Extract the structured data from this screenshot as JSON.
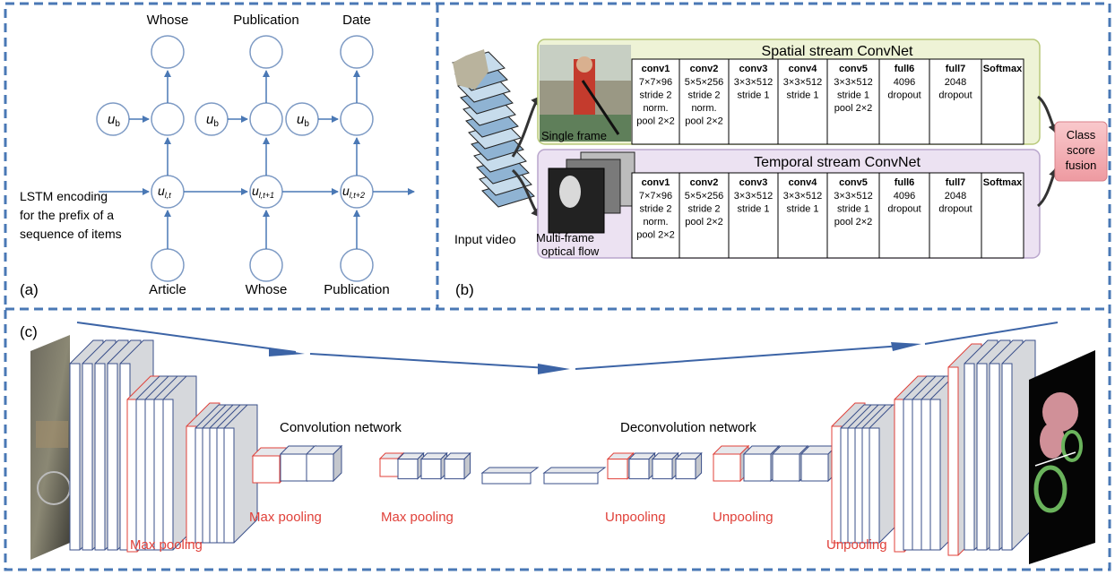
{
  "panel_a": {
    "tag": "(a)",
    "top_labels": [
      "Whose",
      "Publication",
      "Date"
    ],
    "bottom_labels": [
      "Article",
      "Whose",
      "Publication"
    ],
    "bias_label": "u",
    "bias_sub": "b",
    "lstm_nodes": [
      {
        "base": "u",
        "sub": "l,t"
      },
      {
        "base": "u",
        "sub": "l,t+1"
      },
      {
        "base": "u",
        "sub": "l,t+2"
      }
    ],
    "input_caption": [
      "LSTM encoding",
      "for the prefix of a",
      "sequence of items"
    ]
  },
  "panel_b": {
    "tag": "(b)",
    "input_label": "Input video",
    "fusion_label": [
      "Class",
      "score",
      "fusion"
    ],
    "spatial": {
      "title": "Spatial stream ConvNet",
      "frame_label": "Single frame",
      "columns": [
        {
          "name": "conv1",
          "lines": [
            "7×7×96",
            "stride 2",
            "norm.",
            "pool 2×2"
          ]
        },
        {
          "name": "conv2",
          "lines": [
            "5×5×256",
            "stride 2",
            "norm.",
            "pool 2×2"
          ]
        },
        {
          "name": "conv3",
          "lines": [
            "3×3×512",
            "stride 1"
          ]
        },
        {
          "name": "conv4",
          "lines": [
            "3×3×512",
            "stride 1"
          ]
        },
        {
          "name": "conv5",
          "lines": [
            "3×3×512",
            "stride 1",
            "pool 2×2"
          ]
        },
        {
          "name": "full6",
          "lines": [
            "4096",
            "dropout"
          ]
        },
        {
          "name": "full7",
          "lines": [
            "2048",
            "dropout"
          ]
        },
        {
          "name": "Softmax",
          "lines": []
        }
      ]
    },
    "temporal": {
      "title": "Temporal stream ConvNet",
      "frame_label": [
        "Multi-frame",
        "optical flow"
      ],
      "columns": [
        {
          "name": "conv1",
          "lines": [
            "7×7×96",
            "stride 2",
            "norm.",
            "pool 2×2"
          ]
        },
        {
          "name": "conv2",
          "lines": [
            "5×5×256",
            "stride 2",
            "pool 2×2"
          ]
        },
        {
          "name": "conv3",
          "lines": [
            "3×3×512",
            "stride 1"
          ]
        },
        {
          "name": "conv4",
          "lines": [
            "3×3×512",
            "stride 1"
          ]
        },
        {
          "name": "conv5",
          "lines": [
            "3×3×512",
            "stride 1",
            "pool 2×2"
          ]
        },
        {
          "name": "full6",
          "lines": [
            "4096",
            "dropout"
          ]
        },
        {
          "name": "full7",
          "lines": [
            "2048",
            "dropout"
          ]
        },
        {
          "name": "Softmax",
          "lines": []
        }
      ]
    }
  },
  "panel_c": {
    "tag": "(c)",
    "conv_label": "Convolution network",
    "deconv_label": "Deconvolution network",
    "max_pool_labels": [
      "Max pooling",
      "Max pooling",
      "Max pooling"
    ],
    "unpool_labels": [
      "Unpooling",
      "Unpooling",
      "Unpooling"
    ]
  },
  "colors": {
    "dashed_border": "#4a78b5",
    "arrow": "#4a78b5",
    "layer_outline": "#3a4f8a",
    "pool_outline": "#e0413a",
    "spatial_bg": "#eef3d6",
    "temporal_bg": "#ece2f2",
    "fusion_bg": "#f3b0b5"
  }
}
